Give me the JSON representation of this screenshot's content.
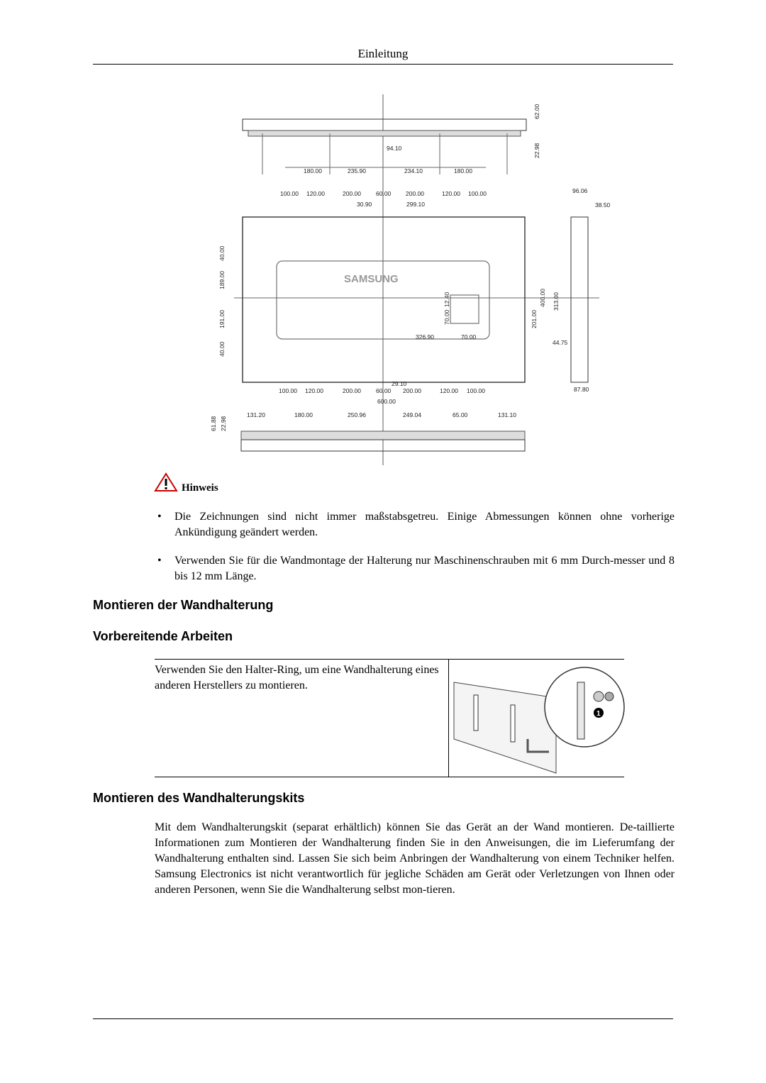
{
  "header": {
    "title": "Einleitung"
  },
  "drawing": {
    "brand": "SAMSUNG",
    "top_dims": [
      "94.10",
      "180.00",
      "180.00",
      "235.90",
      "234.10",
      "180.00",
      "62.00",
      "22.98"
    ],
    "row1_dims": [
      "100.00",
      "120.00",
      "200.00",
      "60.00",
      "200.00",
      "120.00",
      "100.00"
    ],
    "row1_sub": [
      "30.90",
      "299.10"
    ],
    "left_dims": [
      "40.00",
      "189.00",
      "191.00",
      "40.00"
    ],
    "center_dims": [
      "12.40",
      "70.00",
      "326.90",
      "70.00"
    ],
    "right_dims": [
      "400.00",
      "313.00",
      "201.00",
      "44.75"
    ],
    "side_dims": [
      "96.06",
      "38.50",
      "87.80"
    ],
    "row2_dims": [
      "29.10",
      "100.00",
      "120.00",
      "200.00",
      "60.00",
      "200.00",
      "120.00",
      "100.00",
      "600.00"
    ],
    "bottom_dims": [
      "131.20",
      "180.00",
      "250.96",
      "249.04",
      "65.00",
      "131.10",
      "61.88",
      "22.98"
    ]
  },
  "note": {
    "label": "Hinweis",
    "items": [
      "Die Zeichnungen sind nicht immer maßstabsgetreu. Einige Abmessungen können ohne vorherige Ankündigung geändert werden.",
      "Verwenden Sie für die Wandmontage der Halterung nur Maschinenschrauben mit 6 mm Durch-messer und 8 bis 12 mm Länge."
    ]
  },
  "sections": {
    "mount_title": "Montieren der Wandhalterung",
    "prep_title": "Vorbereitende Arbeiten",
    "prep_text": "Verwenden Sie den Halter-Ring, um eine Wandhalterung eines anderen Herstellers zu montieren.",
    "prep_callout": "1",
    "kit_title": "Montieren des Wandhalterungskits",
    "kit_text": "Mit dem Wandhalterungskit (separat erhältlich) können Sie das Gerät an der Wand montieren. De-taillierte Informationen zum Montieren der Wandhalterung finden Sie in den Anweisungen, die im Lieferumfang der Wandhalterung enthalten sind. Lassen Sie sich beim Anbringen der Wandhalterung von einem Techniker helfen. Samsung Electronics ist nicht verantwortlich für jegliche Schäden am Gerät oder Verletzungen von Ihnen oder anderen Personen, wenn Sie die Wandhalterung selbst mon-tieren."
  },
  "bullet_char": "•"
}
